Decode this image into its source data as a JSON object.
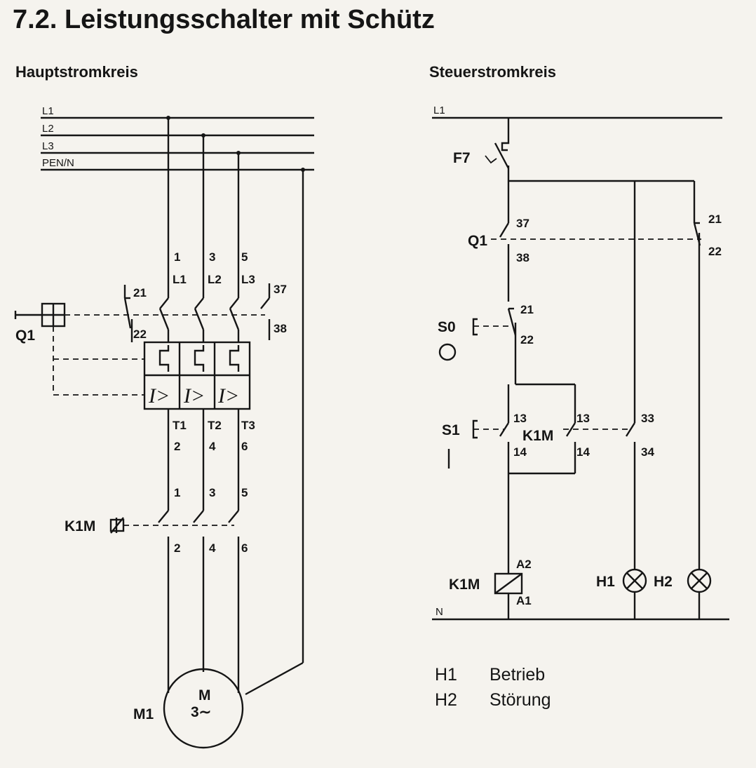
{
  "title": "7.2. Leistungsschalter mit Schütz",
  "main_circuit": {
    "heading": "Hauptstromkreis",
    "buses": [
      "L1",
      "L2",
      "L3",
      "PEN/N"
    ],
    "breaker": {
      "id": "Q1",
      "terminals_in": [
        "1",
        "3",
        "5"
      ],
      "phases_in": [
        "L1",
        "L2",
        "L3"
      ],
      "aux_nc": [
        "21",
        "22"
      ],
      "aux_no": [
        "37",
        "38"
      ],
      "overcurrent": "I>",
      "terminals_out": [
        "T1",
        "T2",
        "T3"
      ],
      "terminals_out_num": [
        "2",
        "4",
        "6"
      ]
    },
    "contactor": {
      "id": "K1M",
      "terminals_in": [
        "1",
        "3",
        "5"
      ],
      "terminals_out": [
        "2",
        "4",
        "6"
      ]
    },
    "motor": {
      "id": "M1",
      "label": "M",
      "sublabel": "3∼"
    }
  },
  "control_circuit": {
    "heading": "Steuerstromkreis",
    "supply": "L1",
    "neutral": "N",
    "fuse": "F7",
    "q1_no": {
      "id": "Q1",
      "top": "37",
      "bottom": "38"
    },
    "q1_nc": {
      "top": "21",
      "bottom": "22"
    },
    "stop_button": {
      "id": "S0",
      "top": "21",
      "bottom": "22",
      "symbol": "O"
    },
    "start_button": {
      "id": "S1",
      "top": "13",
      "bottom": "14",
      "symbol": "I"
    },
    "k1m_hold": {
      "id": "K1M",
      "top": "13",
      "bottom": "14"
    },
    "k1m_aux": {
      "top": "33",
      "bottom": "34"
    },
    "coil": {
      "id": "K1M",
      "top": "A2",
      "bottom": "A1"
    },
    "lamps": [
      "H1",
      "H2"
    ]
  },
  "legend": [
    {
      "code": "H1",
      "text": "Betrieb"
    },
    {
      "code": "H2",
      "text": "Störung"
    }
  ]
}
